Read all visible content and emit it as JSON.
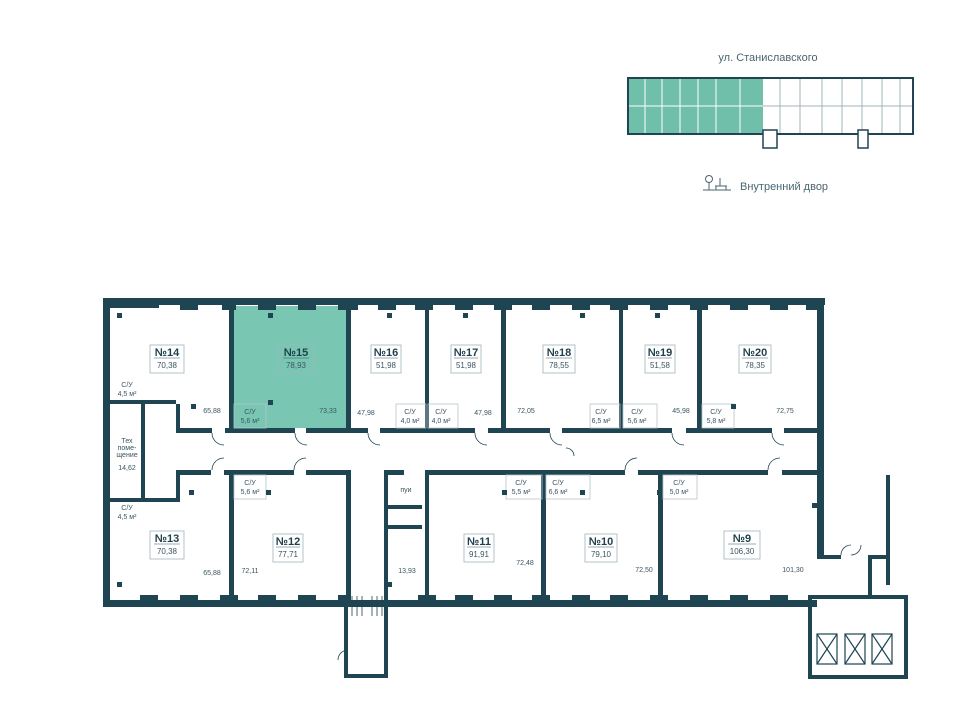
{
  "header": {
    "street_label": "ул. Станиславского",
    "yard_label": "Внутренний двор",
    "yard_icon": "tree-bench-icon"
  },
  "colors": {
    "wall": "#1f4452",
    "highlight": "#79c7b3",
    "minimap_active": "#6fbfaa",
    "text": "#3b5560"
  },
  "units": [
    {
      "id": "14",
      "label": "№14",
      "area": "70,38"
    },
    {
      "id": "15",
      "label": "№15",
      "area": "78,93"
    },
    {
      "id": "16",
      "label": "№16",
      "area": "51,98"
    },
    {
      "id": "17",
      "label": "№17",
      "area": "51,98"
    },
    {
      "id": "18",
      "label": "№18",
      "area": "78,55"
    },
    {
      "id": "19",
      "label": "№19",
      "area": "51,58"
    },
    {
      "id": "20",
      "label": "№20",
      "area": "78,35"
    },
    {
      "id": "13",
      "label": "№13",
      "area": "70,38"
    },
    {
      "id": "12",
      "label": "№12",
      "area": "77,71"
    },
    {
      "id": "11",
      "label": "№11",
      "area": "91,91"
    },
    {
      "id": "10",
      "label": "№10",
      "area": "79,10"
    },
    {
      "id": "9",
      "label": "№9",
      "area": "106,30"
    }
  ],
  "room_areas": [
    "65,88",
    "73,33",
    "47,98",
    "47,98",
    "72,05",
    "45,98",
    "72,75",
    "65,88",
    "72,11",
    "13,93",
    "72,48",
    "72,50",
    "101,30",
    "14,62"
  ],
  "bathrooms": [
    {
      "label": "С/У",
      "area": "4,5 м²"
    },
    {
      "label": "С/У",
      "area": "5,6 м²"
    },
    {
      "label": "С/У",
      "area": "4,0 м²"
    },
    {
      "label": "С/У",
      "area": "4,0 м²"
    },
    {
      "label": "С/У",
      "area": "6,5 м²"
    },
    {
      "label": "С/У",
      "area": "5,6 м²"
    },
    {
      "label": "С/У",
      "area": "5,8 м²"
    },
    {
      "label": "С/У",
      "area": "4,5 м²"
    },
    {
      "label": "С/У",
      "area": "5,6 м²"
    },
    {
      "label": "С/У",
      "area": "5,5 м²"
    },
    {
      "label": "С/У",
      "area": "6,6 м²"
    },
    {
      "label": "С/У",
      "area": "5,0 м²"
    }
  ],
  "tech_room": {
    "line1": "Тех",
    "line2": "поме-",
    "line3": "щение"
  },
  "pui_label": "пуи"
}
